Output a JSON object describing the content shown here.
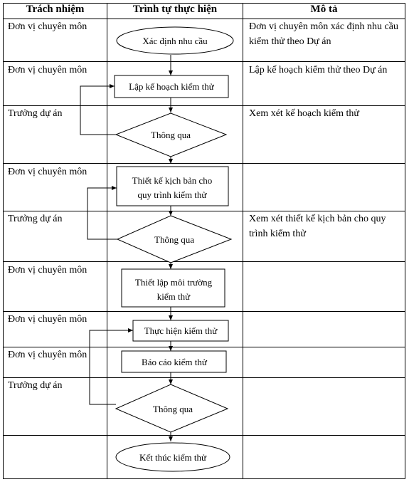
{
  "table": {
    "headers": [
      "Trách nhiệm",
      "Trình tự thực hiện",
      "Mô tả"
    ],
    "rows": [
      {
        "responsibility": "Đơn vị chuyên môn",
        "description": "Đơn vị chuyên môn xác định nhu cầu kiểm thử theo Dự án"
      },
      {
        "responsibility": "Đơn vị chuyên môn",
        "description": "Lập kế hoạch kiểm thử theo Dự án"
      },
      {
        "responsibility": "Trưởng dự án",
        "description": "Xem xét kế hoạch kiểm thử"
      },
      {
        "responsibility": "Đơn vị chuyên môn",
        "description": ""
      },
      {
        "responsibility": "Trưởng dự án",
        "description": "Xem xét thiết kế kịch bản cho quy trình kiểm thử"
      },
      {
        "responsibility": "Đơn vị chuyên môn",
        "description": ""
      },
      {
        "responsibility": "Đơn vị chuyên môn",
        "description": ""
      },
      {
        "responsibility": "Đơn vị chuyên môn",
        "description": ""
      },
      {
        "responsibility": "Trưởng dự án",
        "description": ""
      },
      {
        "responsibility": "",
        "description": ""
      }
    ]
  },
  "flow": {
    "start": "Xác định nhu cầu",
    "plan": "Lập kế hoạch kiểm thử",
    "approve1": "Thông qua",
    "design": "Thiết kế kịch bản cho quy trình kiểm thử",
    "approve2": "Thông qua",
    "setup": "Thiết lập môi trường kiểm thử",
    "execute": "Thực hiện kiểm thử",
    "report": "Báo cáo kiểm thử",
    "approve3": "Thông qua",
    "end": "Kết thúc kiểm thử"
  }
}
